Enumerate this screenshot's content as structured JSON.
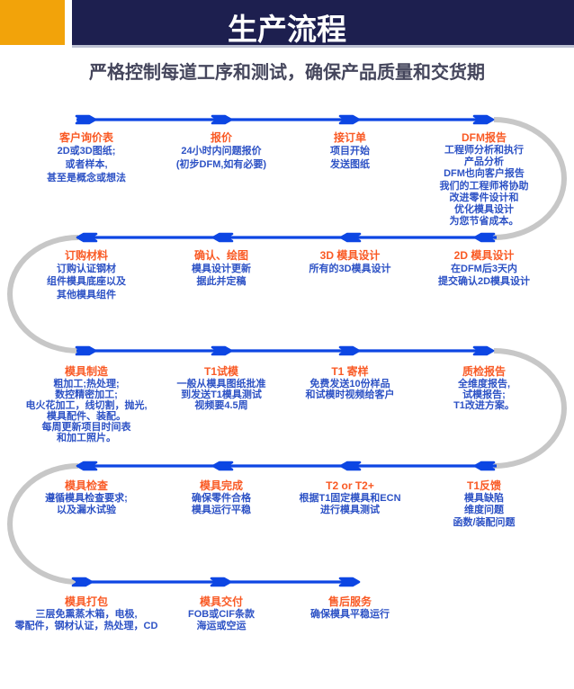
{
  "header": {
    "title": "生产流程",
    "subtitle": "严格控制每道工序和测试，确保产品质量和交货期",
    "accent_color": "#f2a30a",
    "bar_color": "#1d1f4f"
  },
  "colors": {
    "flow_line_blue": "#0d46e3",
    "flow_curve_gray": "#c7c7c7",
    "step_title_orange": "#f95a25",
    "step_desc_blue": "#2d52c5"
  },
  "steps": [
    {
      "title": "客户询价表",
      "desc": "2D或3D图纸;\n或者样本,\n甚至是概念或想法"
    },
    {
      "title": "报价",
      "desc": "24小时内问题报价\n(初步DFM,如有必要)"
    },
    {
      "title": "接订单",
      "desc": "项目开始\n发送图纸"
    },
    {
      "title": "DFM报告",
      "desc": "工程师分析和执行\n产品分析\nDFM也向客户报告\n我们的工程师将协助\n改进零件设计和\n优化模具设计\n为您节省成本。"
    },
    {
      "title": "订购材料",
      "desc": "订购认证钢材\n组件模具底座以及\n其他模具组件"
    },
    {
      "title": "确认、绘图",
      "desc": "模具设计更新\n据此并定稿"
    },
    {
      "title": "3D 模具设计",
      "desc": "所有的3D模具设计"
    },
    {
      "title": "2D 模具设计",
      "desc": "在DFM后3天内\n提交确认2D模具设计"
    },
    {
      "title": "模具制造",
      "desc": "粗加工;热处理;\n数控精密加工;\n电火花加工，线切割，抛光,\n模具配件、装配。\n每周更新项目时间表\n和加工照片。"
    },
    {
      "title": "T1试模",
      "desc": "一般从模具图纸批准\n到发送T1模具测试\n视频要4.5周"
    },
    {
      "title": "T1 寄样",
      "desc": "免费发送10份样品\n和试模时视频给客户"
    },
    {
      "title": "质检报告",
      "desc": "全维度报告,\n试模报告;\nT1改进方案。"
    },
    {
      "title": "模具检查",
      "desc": "遵循模具检查要求;\n以及漏水试验"
    },
    {
      "title": "模具完成",
      "desc": "确保零件合格\n模具运行平稳"
    },
    {
      "title": "T2 or T2+",
      "desc": "根据T1固定模具和ECN\n进行模具测试"
    },
    {
      "title": "T1反馈",
      "desc": "模具缺陷\n维度问题\n函数/装配问题"
    },
    {
      "title": "模具打包",
      "desc": "三层免熏蒸木箱，电极,\n零配件，钢材认证，热处理，CD"
    },
    {
      "title": "模具交付",
      "desc": "FOB或CIF条款\n海运或空运"
    },
    {
      "title": "售后服务",
      "desc": "确保模具平稳运行"
    }
  ]
}
